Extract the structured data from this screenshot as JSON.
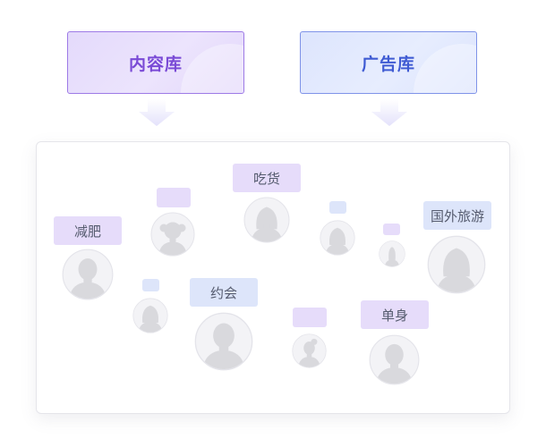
{
  "libraries": {
    "content": {
      "label": "内容库"
    },
    "ads": {
      "label": "广告库"
    }
  },
  "tags": {
    "lose_weight": "减肥",
    "foodie": "吃货",
    "dating": "约会",
    "single": "单身",
    "overseas_travel": "国外旅游"
  },
  "colors": {
    "content_accent": "#7a4ad6",
    "ad_accent": "#3f5bd3",
    "purple_tag_bg": "#e6dcfa",
    "blue_tag_bg": "#dde5fa",
    "avatar_gray": "#d9d9dd"
  },
  "icons": {
    "arrow": "chevron-down-arrow-icon",
    "person": "person-silhouette-icon"
  }
}
